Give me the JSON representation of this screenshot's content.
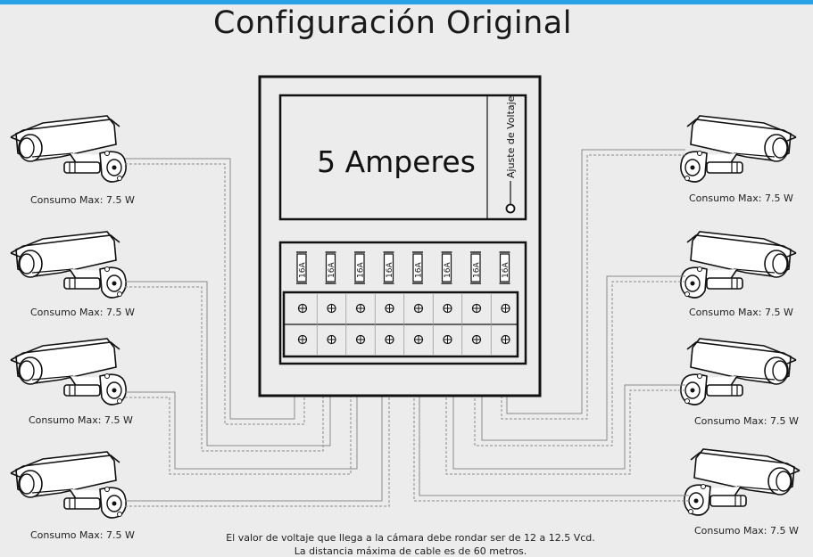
{
  "title": "Configuración Original",
  "power_supply": {
    "capacity": "5 Amperes",
    "voltage_adjust": "Ajuste de Voltaje"
  },
  "fuses": [
    "16A",
    "16A",
    "16A",
    "16A",
    "16A",
    "16A",
    "16A",
    "16A"
  ],
  "cameras": {
    "left": [
      {
        "label": "Consumo Max: 7.5 W"
      },
      {
        "label": "Consumo Max: 7.5 W"
      },
      {
        "label": "Consumo Max: 7.5 W"
      },
      {
        "label": "Consumo Max: 7.5 W"
      }
    ],
    "right": [
      {
        "label": "Consumo Max: 7.5 W"
      },
      {
        "label": "Consumo Max: 7.5 W"
      },
      {
        "label": "Consumo Max: 7.5 W"
      },
      {
        "label": "Consumo Max: 7.5 W"
      }
    ]
  },
  "note": {
    "line1": "El valor de voltaje que llega a la cámara debe rondar ser de 12 a 12.5 Vcd.",
    "line2": "La distancia máxima de cable es de 60 metros."
  },
  "colors": {
    "accent_bar": "#2aa3e6",
    "background": "#ececec",
    "line": "#111111",
    "wire": "#8a8a8a"
  }
}
